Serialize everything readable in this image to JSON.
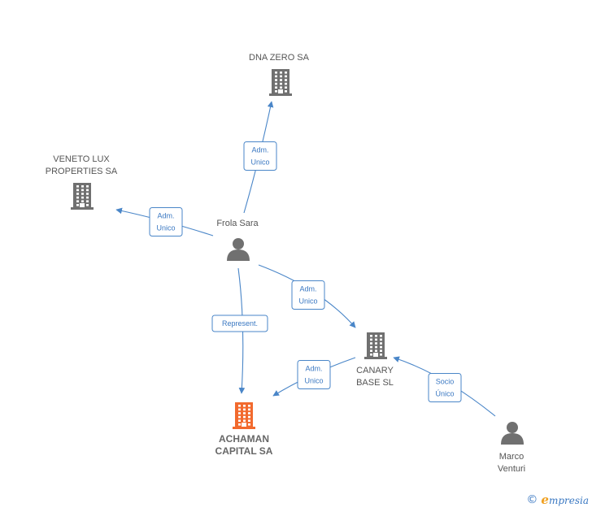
{
  "colors": {
    "edge": "#4a86c8",
    "company": "#707070",
    "focus_company": "#f26a2e",
    "person": "#707070"
  },
  "nodes": [
    {
      "id": "dna_zero",
      "type": "company",
      "focus": false,
      "label_lines": [
        "DNA ZERO SA"
      ],
      "icon": "building-icon"
    },
    {
      "id": "veneto_lux",
      "type": "company",
      "focus": false,
      "label_lines": [
        "VENETO LUX",
        "PROPERTIES SA"
      ],
      "icon": "building-icon"
    },
    {
      "id": "frola_sara",
      "type": "person",
      "focus": false,
      "label_lines": [
        "Frola Sara"
      ],
      "icon": "person-icon"
    },
    {
      "id": "canary_base",
      "type": "company",
      "focus": false,
      "label_lines": [
        "CANARY",
        "BASE  SL"
      ],
      "icon": "building-icon"
    },
    {
      "id": "achaman",
      "type": "company",
      "focus": true,
      "label_lines": [
        "ACHAMAN",
        "CAPITAL SA"
      ],
      "icon": "building-icon"
    },
    {
      "id": "marco_venturi",
      "type": "person",
      "focus": false,
      "label_lines": [
        "Marco",
        "Venturi"
      ],
      "icon": "person-icon"
    }
  ],
  "edges": [
    {
      "from": "frola_sara",
      "to": "dna_zero",
      "label_lines": [
        "Adm.",
        "Unico"
      ]
    },
    {
      "from": "frola_sara",
      "to": "veneto_lux",
      "label_lines": [
        "Adm.",
        "Unico"
      ]
    },
    {
      "from": "frola_sara",
      "to": "canary_base",
      "label_lines": [
        "Adm.",
        "Unico"
      ]
    },
    {
      "from": "frola_sara",
      "to": "achaman",
      "label_lines": [
        "Represent."
      ]
    },
    {
      "from": "canary_base",
      "to": "achaman",
      "label_lines": [
        "Adm.",
        "Unico"
      ]
    },
    {
      "from": "marco_venturi",
      "to": "canary_base",
      "label_lines": [
        "Socio",
        "Único"
      ]
    }
  ],
  "footer": {
    "copyright": "©",
    "brand_initial": "e",
    "brand_rest": "mpresia"
  }
}
